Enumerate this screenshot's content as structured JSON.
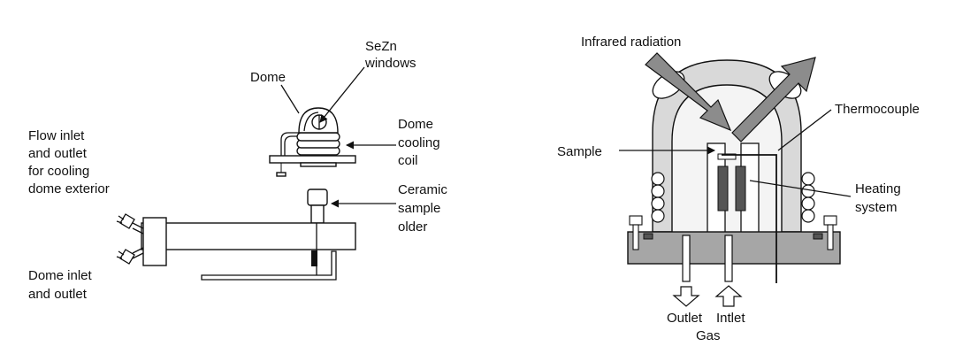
{
  "left_diagram": {
    "labels": {
      "dome": "Dome",
      "sezn_1": "SeZn",
      "sezn_2": "windows",
      "coil_1": "Dome",
      "coil_2": "cooling",
      "coil_3": "coil",
      "flow_1": "Flow inlet",
      "flow_2": "and outlet",
      "flow_3": "for cooling",
      "flow_4": "dome exterior",
      "ceramic_1": "Ceramic",
      "ceramic_2": "sample",
      "ceramic_3": "older",
      "dome_io_1": "Dome inlet",
      "dome_io_2": "and outlet"
    }
  },
  "right_diagram": {
    "labels": {
      "infrared": "Infrared radiation",
      "thermocouple": "Thermocouple",
      "sample": "Sample",
      "heating_1": "Heating",
      "heating_2": "system",
      "outlet": "Outlet",
      "inlet": "Intlet",
      "gas": "Gas"
    }
  },
  "colors": {
    "dome_fill": "#d9d9d9",
    "base_fill": "#a6a6a6",
    "heater_fill": "#555555",
    "arrow_fill": "#8c8c8c",
    "line": "#111111"
  }
}
